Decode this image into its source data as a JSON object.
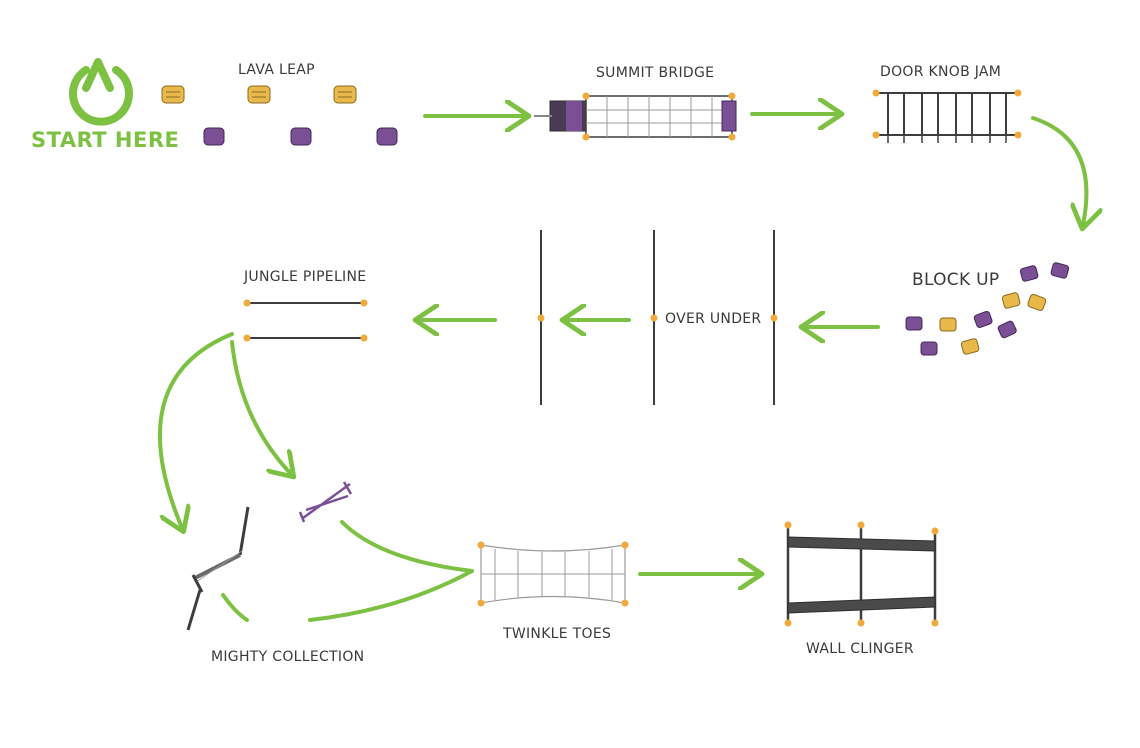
{
  "start": {
    "label": "START HERE",
    "icon": "power-icon"
  },
  "stations": {
    "lava_leap": "LAVA LEAP",
    "summit_bridge": "SUMMIT BRIDGE",
    "door_knob_jam": "DOOR KNOB JAM",
    "block_up": "BLOCK UP",
    "over_under": "OVER UNDER",
    "jungle_pipeline": "JUNGLE PIPELINE",
    "mighty_collection": "MIGHTY COLLECTION",
    "twinkle_toes": "TWINKLE TOES",
    "wall_clinger": "WALL CLINGER"
  },
  "colors": {
    "arrow_green": "#7dc142",
    "purple": "#7a4f94",
    "yellow": "#e8b84b",
    "post": "#3d3d3d",
    "knob": "#f2a93b",
    "text": "#3a3a3a"
  }
}
